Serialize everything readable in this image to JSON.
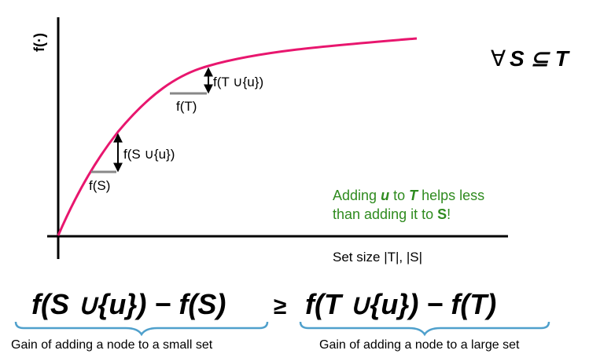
{
  "colors": {
    "curve": "#e8166e",
    "brace": "#4fa0cc",
    "green": "#2f8b1f",
    "tick": "#888888"
  },
  "labels": {
    "f_axis": "f(·)",
    "forall": "∀",
    "s_sub_t": "S ⊆ T",
    "f_t_u": "f(T ∪{u})",
    "f_t": "f(T)",
    "f_s_u": "f(S ∪{u})",
    "f_s": "f(S)",
    "set_size": "Set size |T|, |S|"
  },
  "note": {
    "line1_pre": "Adding ",
    "line1_u": "u",
    "line1_mid": " to ",
    "line1_t": "T",
    "line1_post": " helps less",
    "line2_pre": "than adding it to ",
    "line2_s": "S",
    "line2_post": "!"
  },
  "formula": {
    "left": "f(S ∪{u}) − f(S)",
    "geq": "≥",
    "right": "f(T ∪{u}) − f(T)"
  },
  "captions": {
    "left": "Gain of adding a node to a small set",
    "right": "Gain of adding a node to a large set"
  }
}
